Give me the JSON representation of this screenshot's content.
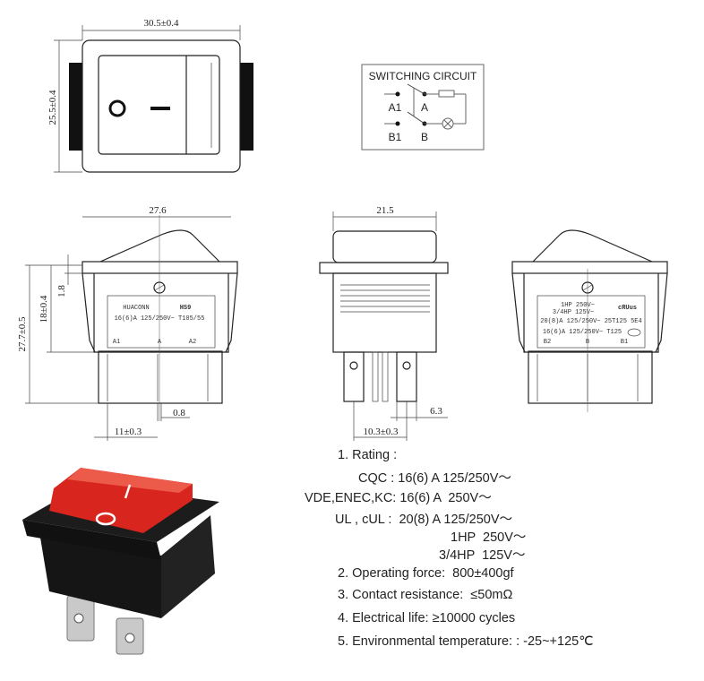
{
  "top_view": {
    "width_dim": "30.5±0.4",
    "height_dim": "25.5±0.4"
  },
  "switching_circuit": {
    "title": "SWITCHING CIRCUIT",
    "terminals": [
      "A1",
      "A",
      "B1",
      "B"
    ]
  },
  "side_view_left": {
    "width_dim": "27.6",
    "dims": {
      "overall_height": "27.7±0.5",
      "body_height": "18±0.4",
      "flange": "1.8",
      "terminal_thickness": "0.8",
      "terminal_pitch": "11±0.3"
    },
    "label_lines": [
      "HUACONN",
      "HS9",
      "16(6)A 125/250V~ T105/55"
    ],
    "terminals": [
      "A1",
      "A",
      "A2"
    ]
  },
  "front_view": {
    "width_dim": "21.5",
    "pitch_dim": "10.3±0.3",
    "terminal_width": "6.3"
  },
  "side_view_right": {
    "label_lines": [
      "1HP 250V~",
      "3/4HP 125V~",
      "20(8)A 125/250V~ 25T125 5E4",
      "16(6)A 125/250V~ T125"
    ],
    "terminals": [
      "B2",
      "B",
      "B1"
    ]
  },
  "specs": {
    "rating_title": "1. Rating :",
    "cqc": "CQC : 16(6) A 125/250V～",
    "vde": "VDE,ENEC,KC: 16(6) A  250V～",
    "ul": "UL , cUL :  20(8) A 125/250V～",
    "ul_hp1": "1HP  250V～",
    "ul_hp2": "3/4HP  125V～",
    "force": "2. Operating force:  800±400gf",
    "resistance": "3. Contact resistance:  ≤50mΩ",
    "life": "4. Electrical life: ≥10000 cycles",
    "temperature": "5. Environmental temperature: : -25~+125℃"
  },
  "photo": {
    "on_symbol": "I",
    "off_symbol": "O",
    "rocker_color": "#d8261e",
    "housing_color": "#1c1c1c"
  }
}
